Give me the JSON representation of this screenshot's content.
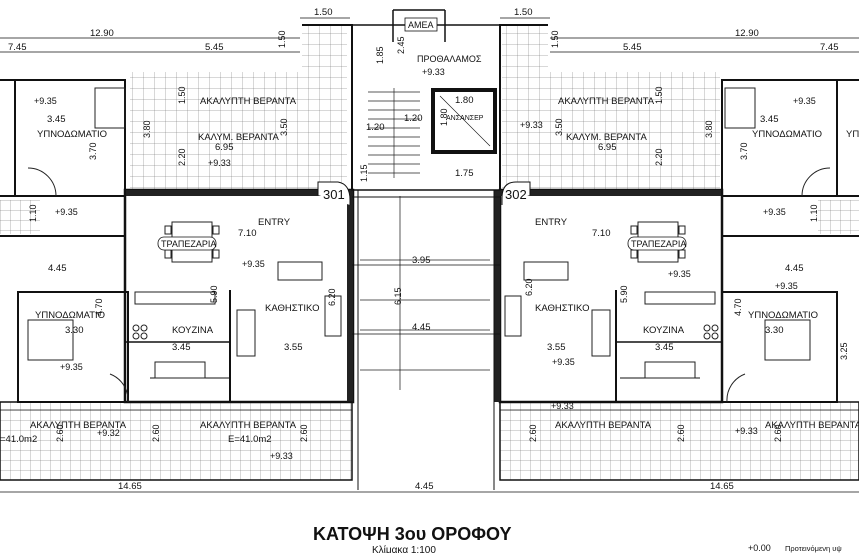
{
  "title": "ΚΑΤΟΨΗ  3ου ΟΡΟΦΟΥ",
  "subtitle": "Κλίμακα 1:100",
  "footnote_level": "+0.00",
  "footnote_text": "Προτεινόμενη υψ",
  "units": {
    "left": "301",
    "right": "302"
  },
  "labels": {
    "amea": "ΑΜΕΑ",
    "hall": "ΠΡΟΘΑΛΑΜΟΣ",
    "lift": "ΑΝΣΑΝΣΕΡ",
    "open_veranda": "ΑΚΑΛΥΠΤΗ ΒΕΡΑΝΤΑ",
    "covered_veranda": "ΚΑΛΥΜ. ΒΕΡΑΝΤΑ",
    "bedroom": "ΥΠΝΟΔΩΜΑΤΙΟ",
    "bedroom_cut": "ΥΠ",
    "dining": "ΤΡΑΠΕΖΑΡΙΑ",
    "entry": "ENTRY",
    "living": "ΚΑΘΗΣΤΙΚΟ",
    "kitchen": "ΚΟΥΖΙΝΑ",
    "area": "E=41.0m2",
    "area_cut": "=41.0m2"
  },
  "levels": {
    "a": "+9.35",
    "b": "+9.33",
    "c": "+9.32"
  },
  "dims": {
    "d150": "1.50",
    "d1290": "12.90",
    "d745": "7.45",
    "d545": "5.45",
    "d245": "2.45",
    "d185": "1.85",
    "d180": "1.80",
    "d120": "1.20",
    "d345": "3.45",
    "d370": "3.70",
    "d380": "3.80",
    "d350": "3.50",
    "d220": "2.20",
    "d695": "6.95",
    "d115": "1.15",
    "d175": "1.75",
    "d110": "1.10",
    "d710": "7.10",
    "d445": "4.45",
    "d395": "3.95",
    "d470": "4.70",
    "d590": "5.90",
    "d620": "6.20",
    "d615": "6.15",
    "d330": "3.30",
    "d355": "3.55",
    "d325": "3.25",
    "d260": "2.60",
    "d1465": "14.65"
  }
}
